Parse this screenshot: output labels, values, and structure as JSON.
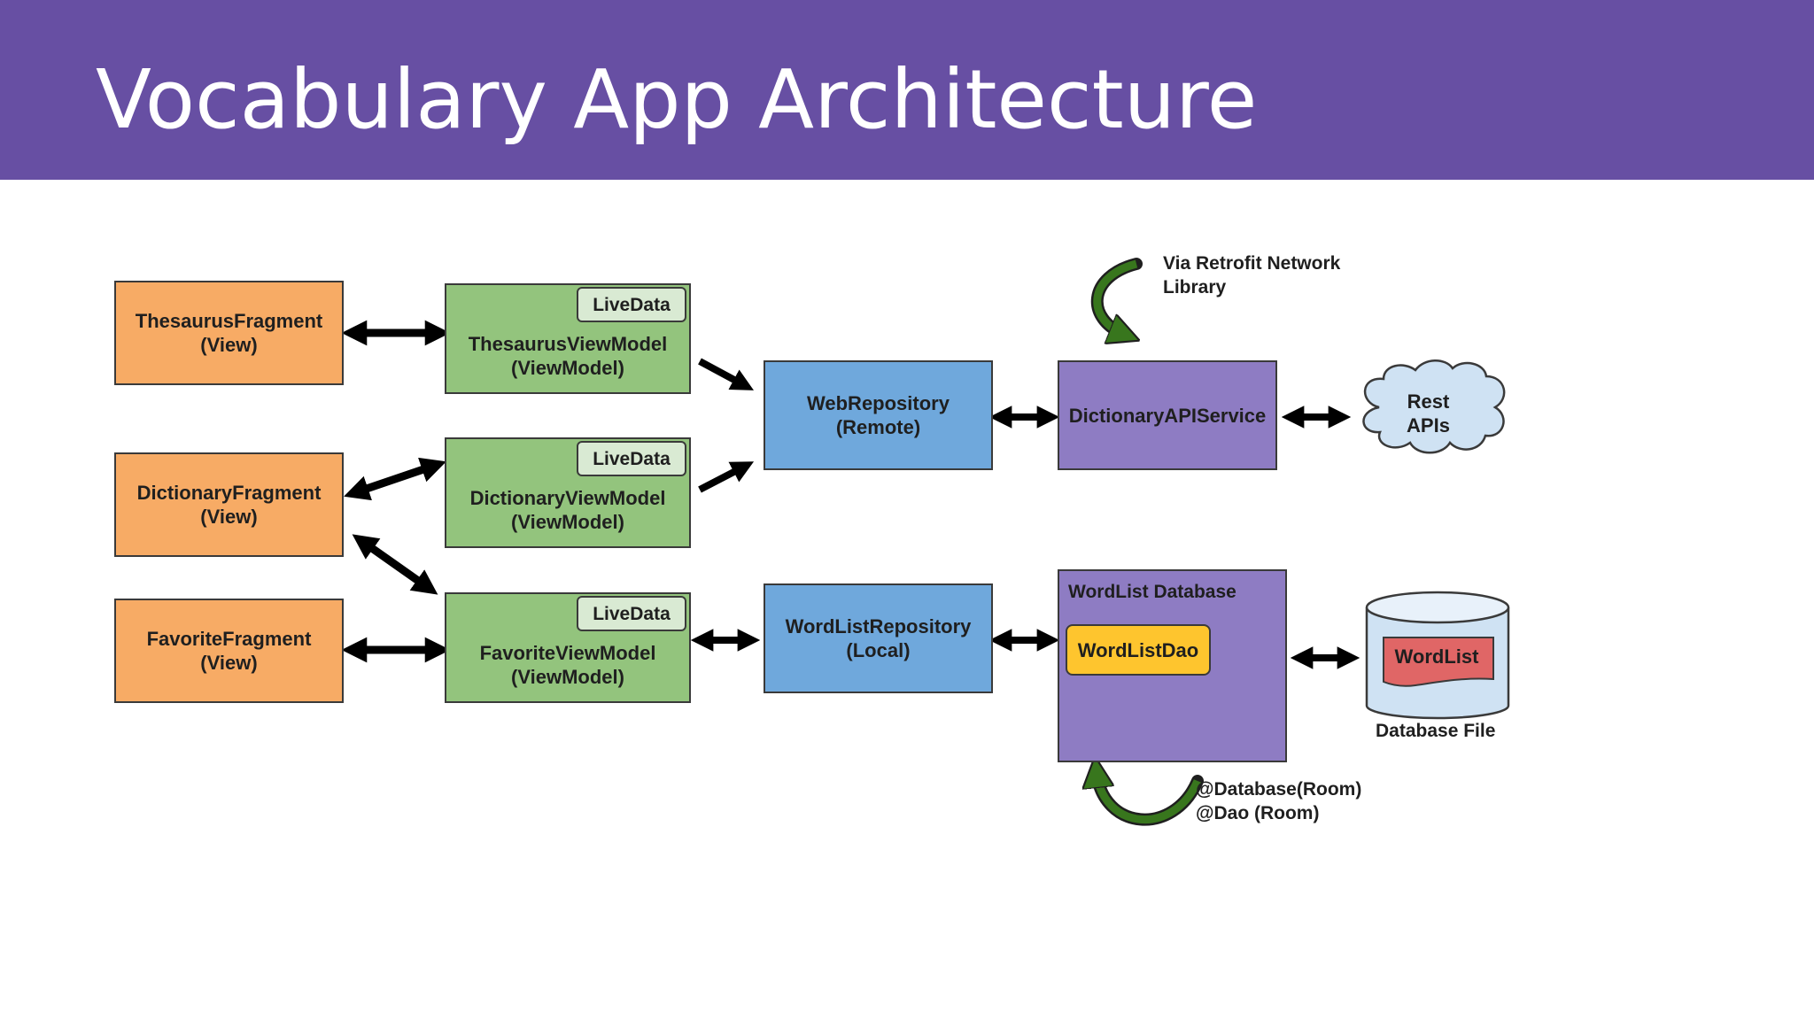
{
  "slide": {
    "title": "Vocabulary App Architecture"
  },
  "fragments": [
    {
      "line1": "ThesaurusFragment",
      "line2": "(View)"
    },
    {
      "line1": "DictionaryFragment",
      "line2": "(View)"
    },
    {
      "line1": "FavoriteFragment",
      "line2": "(View)"
    }
  ],
  "viewmodels": [
    {
      "badge": "LiveData",
      "line1": "ThesaurusViewModel",
      "line2": "(ViewModel)"
    },
    {
      "badge": "LiveData",
      "line1": "DictionaryViewModel",
      "line2": "(ViewModel)"
    },
    {
      "badge": "LiveData",
      "line1": "FavoriteViewModel",
      "line2": "(ViewModel)"
    }
  ],
  "repositories": {
    "web": {
      "line1": "WebRepository",
      "line2": "(Remote)"
    },
    "local": {
      "line1": "WordListRepository",
      "line2": "(Local)"
    }
  },
  "api_service": {
    "label": "DictionaryAPIService"
  },
  "rest": {
    "line1": "Rest",
    "line2": "APIs"
  },
  "retrofit_note": {
    "line1": "Via Retrofit Network",
    "line2": "Library"
  },
  "database": {
    "title": "WordList Database",
    "dao": "WordListDao"
  },
  "database_file": {
    "table": "WordList",
    "caption": "Database File"
  },
  "room_note": {
    "line1": "@Database(Room)",
    "line2": "@Dao (Room)"
  },
  "colors": {
    "header": "#674fa3",
    "fragment": "#f7ab65",
    "viewmodel": "#93c47d",
    "livedata": "#d9ead3",
    "repository": "#6fa8dc",
    "service": "#8e7cc3",
    "dao": "#fec52e",
    "cylinder": "#cfe2f3",
    "table": "#e06666",
    "curved_arrow": "#38761d"
  }
}
